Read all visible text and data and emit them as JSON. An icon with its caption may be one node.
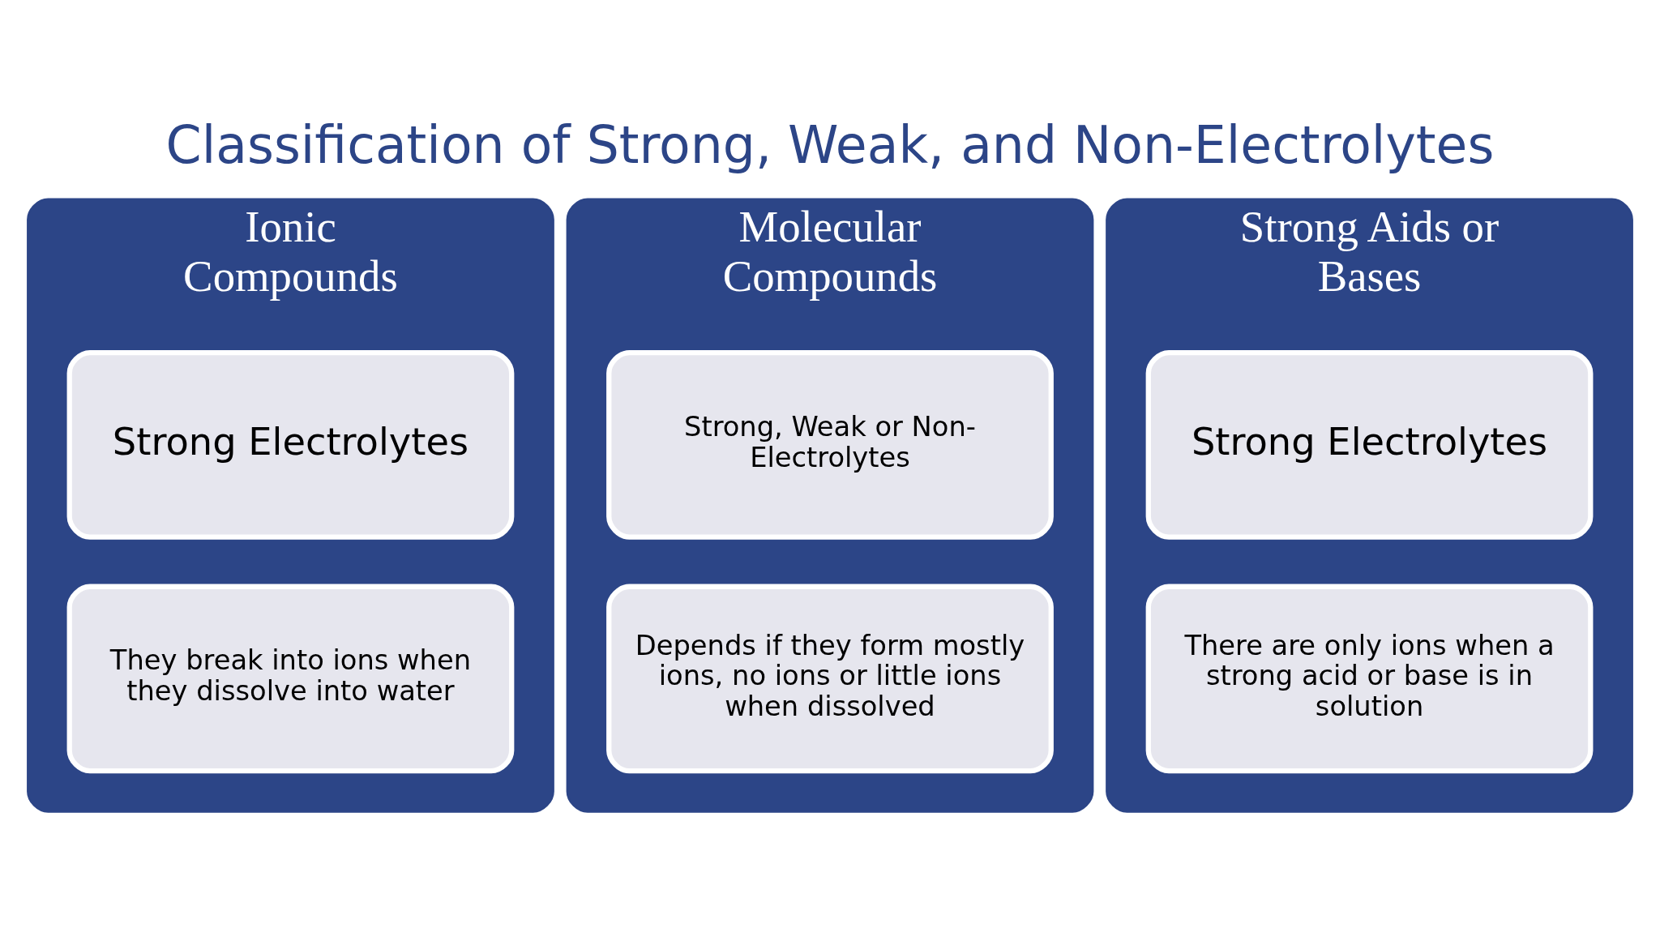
{
  "diagram": {
    "title": "Classification of Strong, Weak, and Non-Electrolytes",
    "nodes": [
      {
        "text": [
          "Ionic Compounds"
        ]
      },
      {
        "text": [
          "Strong Electrolytes"
        ],
        "in": 0
      },
      {
        "text": [
          "They break into ions when they dissolve into water"
        ],
        "in": 0
      },
      {
        "text": [
          "Molecular Compounds"
        ]
      },
      {
        "text": [
          "Strong, Weak or Non-Electrolytes"
        ],
        "in": 3
      },
      {
        "text": [
          "Depends if they form mostly ions, no ions or little ions when dissolved"
        ],
        "in": 3
      },
      {
        "text": [
          "Strong Aids or Bases"
        ]
      },
      {
        "text": [
          "Strong Electrolytes"
        ],
        "in": 6
      },
      {
        "text": [
          "There are only ions when a strong acid or base is in solution"
        ],
        "in": 6
      }
    ],
    "edges": []
  }
}
